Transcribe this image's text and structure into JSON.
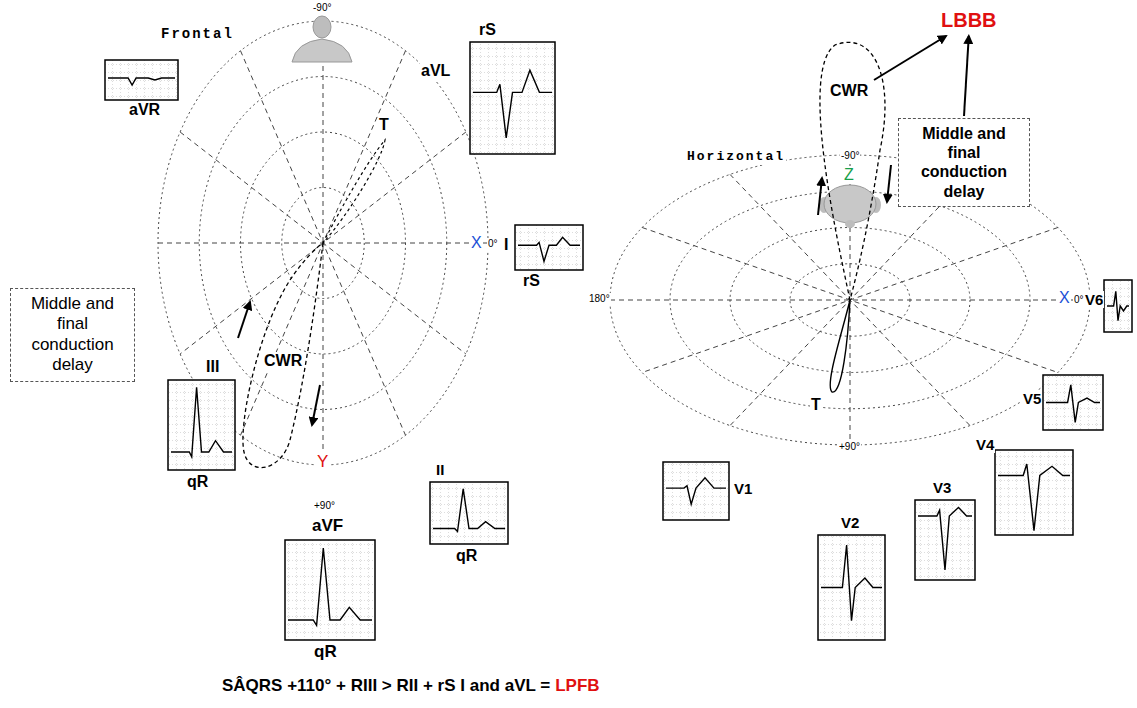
{
  "diagram": {
    "nodes": [
      {
        "text": [
          "Middle and final conduction delay"
        ]
      },
      {
        "text": [
          "Middle and final conduction delay"
        ]
      }
    ],
    "labels": [
      "Frontal",
      "-90°",
      "aVR",
      "aVL",
      "rS",
      "T",
      "X",
      "0°",
      "I",
      "rS",
      "CWR",
      "III",
      "Y",
      "II",
      "qR",
      "+90°",
      "aVF",
      "qR",
      "qR",
      "LBBB",
      "CWR",
      "Horizontal",
      "-90°",
      "Z",
      "180°",
      "X",
      "0°",
      "V6",
      "V5",
      "V4",
      "V3",
      "V2",
      "V1",
      "+90°",
      "T",
      "SÂQRS +110° + RIII > RII + rS I and aVL =",
      "LPFB"
    ]
  }
}
